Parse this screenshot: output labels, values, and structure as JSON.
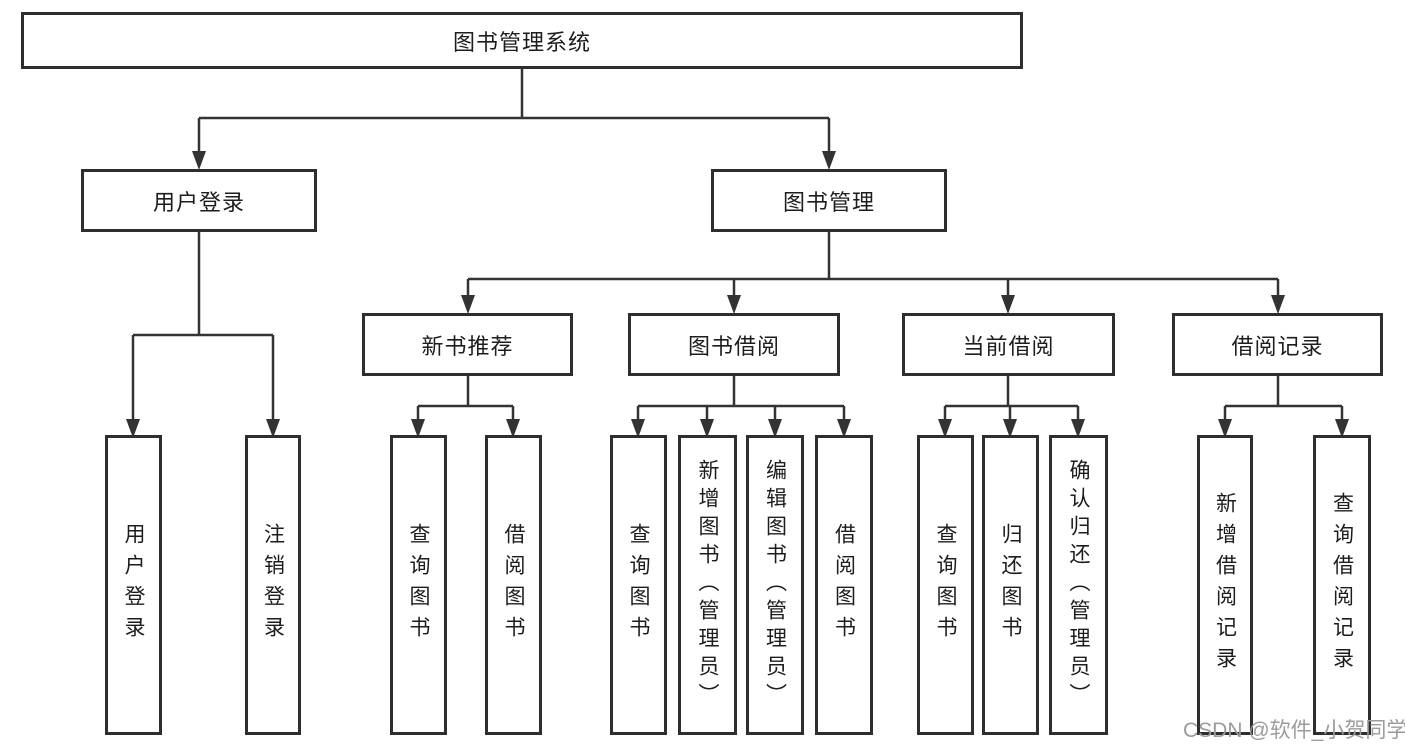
{
  "diagram": {
    "title_node": {
      "label": "图书管理系统"
    },
    "level2": [
      {
        "id": "user-login",
        "label": "用户登录"
      },
      {
        "id": "book-management",
        "label": "图书管理"
      }
    ],
    "level3": [
      {
        "id": "new-book-recommend",
        "label": "新书推荐"
      },
      {
        "id": "book-borrow",
        "label": "图书借阅"
      },
      {
        "id": "current-borrow",
        "label": "当前借阅"
      },
      {
        "id": "borrow-records",
        "label": "借阅记录"
      }
    ],
    "leaves": [
      {
        "id": "user-login-leaf",
        "parent": "user-login",
        "label": "用户登录"
      },
      {
        "id": "logout",
        "parent": "user-login",
        "label": "注销登录"
      },
      {
        "id": "query-books-1",
        "parent": "new-book-recommend",
        "label": "查询图书"
      },
      {
        "id": "borrow-books-1",
        "parent": "new-book-recommend",
        "label": "借阅图书"
      },
      {
        "id": "query-books-2",
        "parent": "book-borrow",
        "label": "查询图书"
      },
      {
        "id": "add-books-admin",
        "parent": "book-borrow",
        "label": "新增图书（管理员）"
      },
      {
        "id": "edit-books-admin",
        "parent": "book-borrow",
        "label": "编辑图书（管理员）"
      },
      {
        "id": "borrow-books-2",
        "parent": "book-borrow",
        "label": "借阅图书"
      },
      {
        "id": "query-books-3",
        "parent": "current-borrow",
        "label": "查询图书"
      },
      {
        "id": "return-books",
        "parent": "current-borrow",
        "label": "归还图书"
      },
      {
        "id": "confirm-return-admin",
        "parent": "current-borrow",
        "label": "确认归还（管理员）"
      },
      {
        "id": "add-borrow-record",
        "parent": "borrow-records",
        "label": "新增借阅记录"
      },
      {
        "id": "query-borrow-record",
        "parent": "borrow-records",
        "label": "查询借阅记录"
      }
    ]
  },
  "watermark": {
    "text": "CSDN @软件_小贺同学"
  },
  "colors": {
    "line": "#333333",
    "box_border": "#2e2e2e",
    "text": "#1d1d1d",
    "watermark": "#9c9c9c",
    "background": "#ffffff"
  }
}
